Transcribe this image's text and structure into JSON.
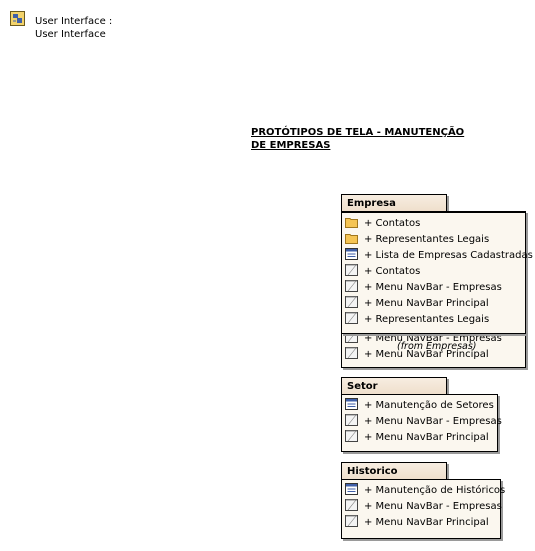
{
  "header": {
    "icon": "ui-element-icon",
    "line1": "User Interface :",
    "line2": "User Interface"
  },
  "diagram": {
    "title": "PROTÓTIPOS DE TELA - MANUTENÇÃO DE EMPRESAS"
  },
  "packages": {
    "empresa": {
      "name": "Empresa",
      "items": [
        {
          "icon": "folder-icon",
          "label": "+ Contatos"
        },
        {
          "icon": "folder-icon",
          "label": "+ Representantes Legais"
        },
        {
          "icon": "screen-icon",
          "label": "+ Lista de Empresas Cadastradas"
        },
        {
          "icon": "element-icon",
          "label": "+ Contatos"
        },
        {
          "icon": "element-icon",
          "label": "+ Menu NavBar - Empresas"
        },
        {
          "icon": "element-icon",
          "label": "+ Menu NavBar Principal"
        },
        {
          "icon": "element-icon",
          "label": "+ Representantes Legais"
        }
      ],
      "underlying": [
        {
          "icon": "element-icon",
          "label": "+ Menu NavBar - Empresas"
        },
        {
          "icon": "element-icon",
          "label": "+ Menu NavBar Principal"
        }
      ],
      "from_label": "(from Empresas)"
    },
    "setor": {
      "name": "Setor",
      "items": [
        {
          "icon": "screen-icon",
          "label": "+ Manutenção de Setores"
        },
        {
          "icon": "element-icon",
          "label": "+ Menu NavBar - Empresas"
        },
        {
          "icon": "element-icon",
          "label": "+ Menu NavBar Principal"
        }
      ]
    },
    "historico": {
      "name": "Historico",
      "items": [
        {
          "icon": "screen-icon",
          "label": "+ Manutenção de Históricos"
        },
        {
          "icon": "element-icon",
          "label": "+ Menu NavBar - Empresas"
        },
        {
          "icon": "element-icon",
          "label": "+ Menu NavBar Principal"
        }
      ]
    }
  },
  "colors": {
    "tab_fill": "#f1e3d2",
    "body_fill": "#fbf7ef",
    "folder_fill": "#f5c453",
    "screen_fill": "#3f5fa8"
  }
}
